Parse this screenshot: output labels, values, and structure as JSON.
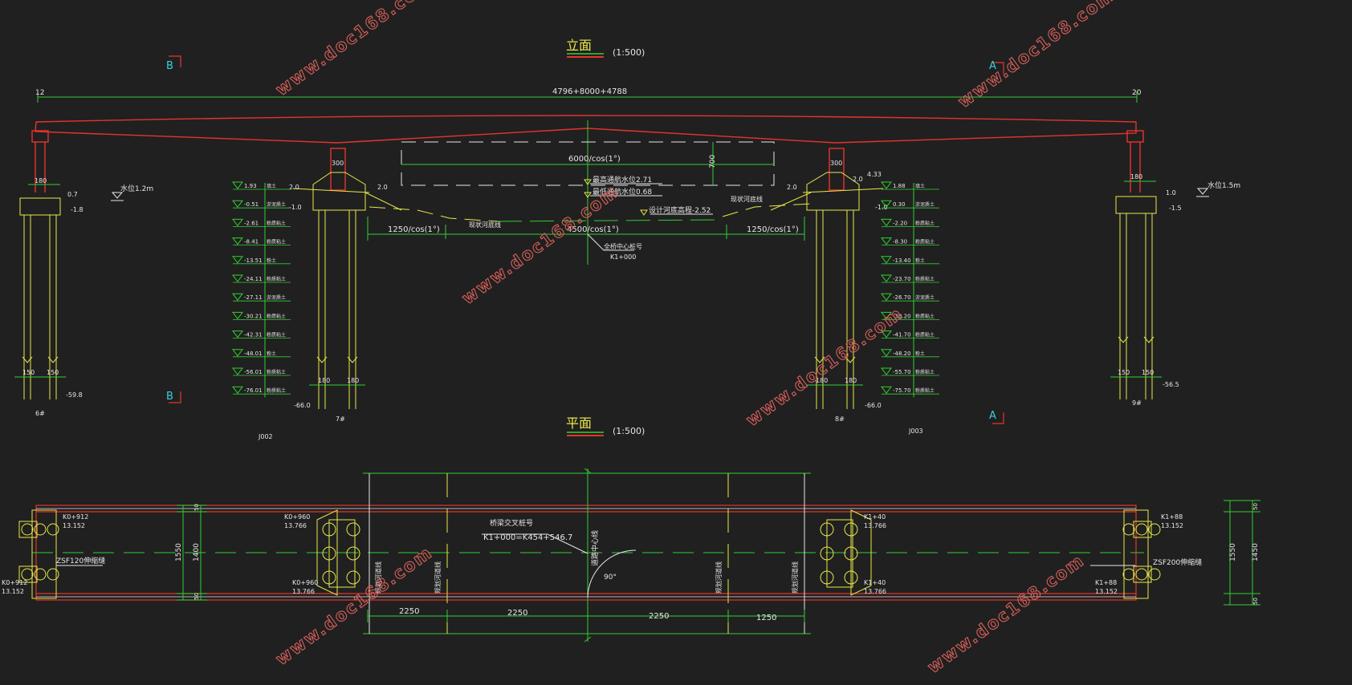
{
  "titles": {
    "elevation": "立面",
    "plan": "平面",
    "elevation_scale": "(1:500)",
    "plan_scale": "(1:500)"
  },
  "section_marks": {
    "b": "B",
    "a": "A"
  },
  "elevation": {
    "span_total": "4796+8000+4788",
    "left_end_num": "12",
    "right_end_num": "20",
    "main_span": "6000/cos(1°)",
    "lower_span": "4500/cos(1°)",
    "side_span_left": "1250/cos(1°)",
    "side_span_right": "1250/cos(1°)",
    "girder_depth": "700",
    "pier_width_left": "300",
    "pier_width_right": "300",
    "abut_width_left": "180",
    "abut_width_right": "180",
    "water_left": "水位1.2m",
    "water_right": "水位1.5m",
    "notes": [
      "最高通航水位2.71",
      "最低通航水位0.68",
      "设计河底高程-2.52"
    ],
    "note_left": "现状河底线",
    "note_right": "现状河底线",
    "center_note": "全桥中心桩号",
    "center_station": "K1+000",
    "abut_left_levels": [
      "0.7",
      "-1.8"
    ],
    "abut_right_levels": [
      "1.0",
      "-1.5"
    ],
    "abut_left_bottom": "-59.8",
    "abut_right_bottom": "-56.5",
    "pile_spacing_left": [
      "150",
      "150"
    ],
    "pile_spacing_right": [
      "150",
      "150"
    ],
    "pier_pile_spacing_left": [
      "180",
      "180"
    ],
    "pier_pile_spacing_right": [
      "180",
      "180"
    ],
    "pier_cap_left": [
      "2.0",
      "2.0",
      "-1.0"
    ],
    "pier_cap_right": [
      "2.0",
      "2.0",
      "-1.0"
    ],
    "pier_bottom_left": "-66.0",
    "pier_bottom_right": "-66.0",
    "borehole_left_levels": [
      "1.93",
      "-0.51",
      "-2.61",
      "-8.41",
      "-13.51",
      "-24.11",
      "-27.11",
      "-30.21",
      "-42.31",
      "-48.01",
      "-56.01",
      "-76.01"
    ],
    "borehole_right_levels": [
      "1.88",
      "0.30",
      "-2.20",
      "-8.30",
      "-13.40",
      "-23.70",
      "-26.70",
      "-30.20",
      "-41.70",
      "-48.20",
      "-55.70",
      "-75.70"
    ],
    "soil_left": [
      "填土",
      "淤泥质土",
      "粉质粘土",
      "粉质粘土",
      "粉土",
      "粉质粘土",
      "淤泥质土",
      "粉质粘土",
      "粉质粘土",
      "粉土",
      "粉质粘土",
      "粉质粘土"
    ],
    "soil_right": [
      "填土",
      "淤泥质土",
      "粉质粘土",
      "粉质粘土",
      "粉土",
      "粉质粘土",
      "淤泥质土",
      "粉质粘土",
      "粉质粘土",
      "粉土",
      "粉质粘土",
      "粉质粘土"
    ],
    "borehole_left_name": "J002",
    "borehole_right_name": "J003",
    "pier_nums": [
      "6#",
      "7#",
      "8#",
      "9#"
    ],
    "right_top_level": "4.33"
  },
  "plan": {
    "station_a": "K0+912",
    "level_a": "13.152",
    "station_b": "K0+960",
    "level_b": "13.766",
    "station_c": "K1+40",
    "level_c": "13.766",
    "station_d": "K1+88",
    "level_d": "13.152",
    "station_e": "K0+960",
    "level_e": "13.766",
    "station_f": "K1+40",
    "level_f": "13.766",
    "station_g": "K0+912",
    "level_g": "13.152",
    "station_h": "K1+88",
    "level_h": "13.152",
    "joint_left": "ZSF120伸缩缝",
    "joint_right": "ZSF200伸缩缝",
    "cross_title": "桥梁交叉桩号",
    "cross_value": "K1+000=K454+546.7",
    "centerline": "道路中心线",
    "angle": "90°",
    "channel_notes": [
      "规划河道线",
      "规划河道线",
      "规划河道线",
      "规划河道线"
    ],
    "dims_bottom": [
      "2250",
      "2250",
      "2250",
      "1250"
    ],
    "width_left": [
      "1550",
      "1400"
    ],
    "width_left_small": [
      "50",
      "50"
    ],
    "width_right": [
      "1550",
      "1450"
    ],
    "width_right_small": [
      "50",
      "50"
    ]
  },
  "watermark": "www.doc168.com",
  "colors": {
    "background": "#202020",
    "green": "#2fcf2f",
    "yellow": "#e8e84a",
    "red": "#e8332e",
    "white": "#e6e6e6",
    "cyan": "#3ad0e0",
    "watermark": "#d8605a"
  }
}
